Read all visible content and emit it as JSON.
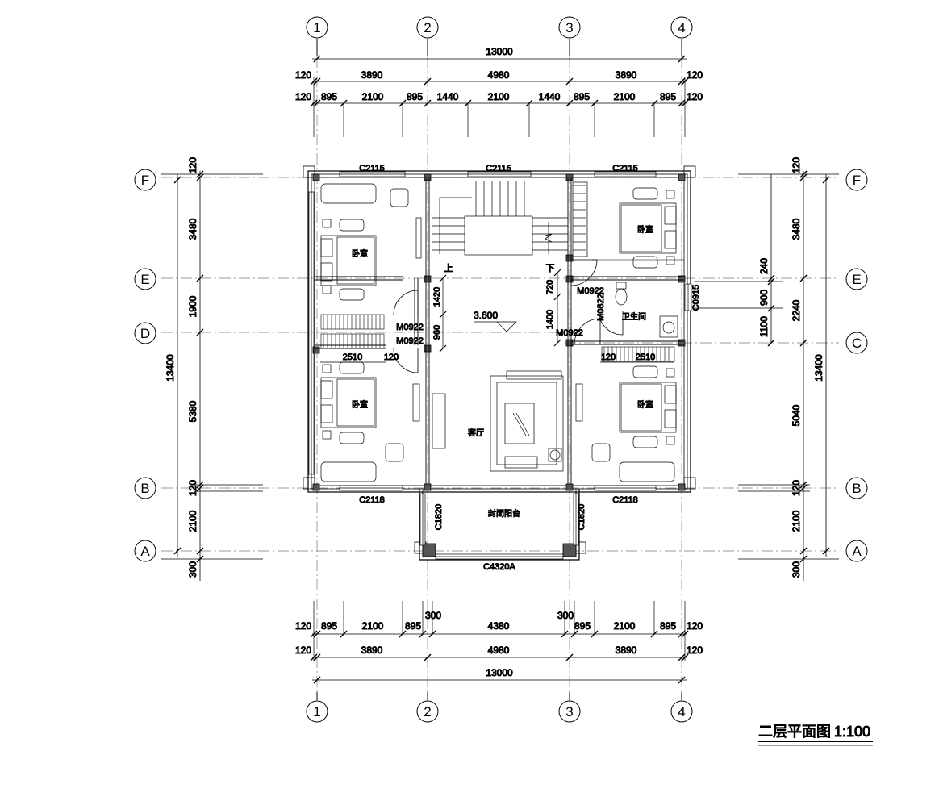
{
  "title": {
    "name": "二层平面图",
    "scale": "1:100"
  },
  "axes": {
    "num": [
      "1",
      "2",
      "3",
      "4"
    ],
    "letter": [
      "F",
      "E",
      "D",
      "C",
      "B",
      "A"
    ]
  },
  "dims_top": {
    "total": "13000",
    "mid": [
      "120",
      "3890",
      "4980",
      "3890",
      "120"
    ],
    "detail": [
      "120",
      "895",
      "2100",
      "895",
      "1440",
      "2100",
      "1440",
      "895",
      "2100",
      "895",
      "120"
    ]
  },
  "dims_bottom": {
    "detail": [
      "120",
      "895",
      "2100",
      "895",
      "300",
      "4380",
      "300",
      "895",
      "2100",
      "895",
      "120"
    ],
    "mid": [
      "120",
      "3890",
      "4980",
      "3890",
      "120"
    ],
    "total": "13000"
  },
  "dims_left": {
    "total": "13400",
    "parts": [
      "120",
      "3480",
      "1900",
      "5380",
      "120",
      "2100",
      "300"
    ]
  },
  "dims_right": {
    "total": "13400",
    "parts": [
      "120",
      "3480",
      "240",
      "900",
      "1100",
      "2240",
      "5040",
      "120",
      "2100",
      "300"
    ]
  },
  "windows": {
    "c2115": "C2115",
    "c2118": "C2118",
    "c1820": "C1820",
    "c4320a": "C4320A",
    "c0915": "C0915"
  },
  "doors": {
    "m0922": "M0922",
    "m0822": "M0822"
  },
  "rooms": {
    "bedroom": "卧室",
    "living": "客厅",
    "bath": "卫生间",
    "balcony": "封闭阳台"
  },
  "stairs": {
    "up": "上",
    "down": "下"
  },
  "inner_dims": {
    "d1420": "1420",
    "d960": "960",
    "d720": "720",
    "d1400": "1400",
    "d120": "120",
    "d2510": "2510"
  },
  "elevation": "3.600"
}
